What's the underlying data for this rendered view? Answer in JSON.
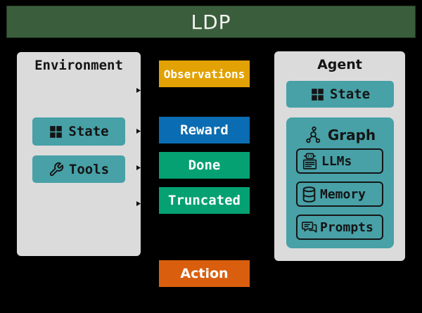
{
  "header": {
    "title": "LDP"
  },
  "environment": {
    "title": "Environment",
    "items": [
      {
        "label": "State",
        "icon": "grid-icon"
      },
      {
        "label": "Tools",
        "icon": "wrench-icon"
      }
    ]
  },
  "channels": {
    "observations": {
      "label": "Observations",
      "color": "#E2A104"
    },
    "reward": {
      "label": "Reward",
      "color": "#0A6CB2"
    },
    "done": {
      "label": "Done",
      "color": "#05A173"
    },
    "truncated": {
      "label": "Truncated",
      "color": "#05A173"
    },
    "action": {
      "label": "Action",
      "color": "#D95F0E"
    }
  },
  "agent": {
    "title": "Agent",
    "state_label": "State",
    "state_icon": "grid-icon",
    "graph": {
      "label": "Graph",
      "icon": "network-graph-icon",
      "children": [
        {
          "label": "LLMs",
          "icon": "robot-icon"
        },
        {
          "label": "Memory",
          "icon": "database-icon"
        },
        {
          "label": "Prompts",
          "icon": "chat-bubbles-icon"
        }
      ]
    }
  },
  "colors": {
    "background": "#000000",
    "header_green": "#3A5E3B",
    "panel_gray": "#DBDBDB",
    "teal": "#47A1A7",
    "amber": "#E2A104",
    "blue": "#0A6CB2",
    "green": "#05A173",
    "orange": "#D95F0E",
    "label_text": "#141414",
    "channel_text": "#FFFFFF"
  }
}
